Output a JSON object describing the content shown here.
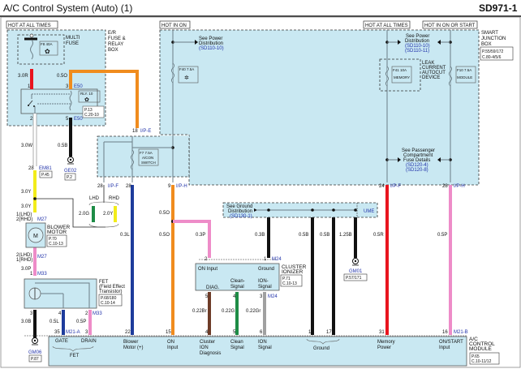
{
  "header": {
    "title": "A/C Control System (Auto) (1)",
    "code": "SD971-1"
  },
  "power_labels": {
    "hot_all_times_left": "HOT AT ALL TIMES",
    "hot_in_on": "HOT IN ON",
    "hot_all_times_right": "HOT AT ALL TIMES",
    "hot_in_on_or_start": "HOT IN ON OR START"
  },
  "er_box": {
    "name1": "E/R",
    "name2": "FUSE &",
    "name3": "RELAY",
    "name4": "BOX",
    "multi_fuse1": "MULTI",
    "multi_fuse2": "FUSE",
    "fuse": "F8 40A",
    "relay": "RLY. 10",
    "ref1": "P.13",
    "ref2": "C.20-10",
    "conn": "E50"
  },
  "smart_box": {
    "name1": "SMART",
    "name2": "JUNCTION",
    "name3": "BOX",
    "ref1": "P.55/59/172",
    "ref2": "C.80-4/5/6",
    "power_ref1": "See Power",
    "power_ref2": "Distribution",
    "power_ref3": "(SD110-10)",
    "power_ref4": "(SD110-11)",
    "fuse_f40": "F40 7.5A",
    "fuse_f41": "F41 10A",
    "fuse_f41_name": "MEMORY",
    "fuse_f10": "F10 7.5A",
    "fuse_f10_name": "MODULE",
    "leak1": "LEAK",
    "leak2": "CURRENT",
    "leak3": "AUTOCUT",
    "leak4": "DEVICE",
    "pass1": "See Passenger",
    "pass2": "Compartment",
    "pass3": "Fuse Details",
    "pass4": "(SD120-4)",
    "pass5": "(SD120-8)",
    "fuse_f7": "F7 7.5A",
    "fuse_f7_n1": "A/CON",
    "fuse_f7_n2": "SWITCH"
  },
  "ground_dist": {
    "l1": "See Ground",
    "l2": "Distribution",
    "l3": "(SD130-1)",
    "ume": "UME"
  },
  "wires": {
    "w_3_0R": "3.0R",
    "w_0_5O_top": "0.5O",
    "w_3_0W": "3.0W",
    "w_0_5B": "0.5B",
    "w_3_0Y_a": "3.0Y",
    "w_3_0Y_b": "3.0Y",
    "w_2_0G": "2.0G",
    "w_2_0Y": "2.0Y",
    "w_3_0P": "3.0P",
    "w_3_0B": "3.0B",
    "w_0_5L": "0.5L",
    "w_0_5P_fet": "0.5P",
    "w_0_3L": "0.3L",
    "w_0_5O_a": "0.5O",
    "w_0_5O_b": "0.5O",
    "w_0_3P": "0.3P",
    "w_0_3B": "0.3B",
    "w_0_5B_a": "0.5B",
    "w_0_5B_b": "0.5B",
    "w_1_25B": "1.25B",
    "w_0_5R": "0.5R",
    "w_0_5P": "0.5P",
    "w_0_22Br": "0.22Br",
    "w_0_22G": "0.22G",
    "w_0_22Gr": "0.22Gr"
  },
  "pins": {
    "p1": "1",
    "p3": "3",
    "p2": "2",
    "p5": "5",
    "p18": "18",
    "p28a": "28",
    "p28b": "28",
    "p9": "9",
    "p24": "24",
    "p28c": "28",
    "p28d": "28",
    "m27_1": "1(LHD)",
    "m27_2": "2(RHD)",
    "m27_3": "2(LHD)",
    "m27_4": "1(RHD)",
    "m33_1": "1",
    "fet3": "3",
    "fet4": "4",
    "fet2": "2",
    "c35": "35",
    "c3": "3",
    "c22": "22",
    "c15": "15",
    "c4": "4",
    "c5": "5",
    "c6": "6",
    "c1": "1",
    "c17": "17",
    "c31": "31",
    "c16": "16",
    "ci2": "2",
    "ci1": "1",
    "ci5": "5",
    "ci4": "4",
    "ci3": "3"
  },
  "connectors": {
    "E50": "E50",
    "IPE": "I/P-E",
    "IPF": "I/P-F",
    "IPH": "I/P-H",
    "EM81": "EM81",
    "M27": "M27",
    "M33": "M33",
    "M21A": "M21-A",
    "M21B": "M21-B",
    "M24": "M24",
    "IPF2": "I/P-F",
    "IPH2": "I/P-H"
  },
  "grounds": {
    "GE02": "GE02",
    "GE02_ref": "P.2",
    "GM06": "GM06",
    "GM06_ref": "P.87",
    "GM01": "GM01",
    "GM01_ref": "P.57/171"
  },
  "em81_ref": "P.45",
  "lhd": "LHD",
  "rhd": "RHD",
  "blower": {
    "name1": "BLOWER",
    "name2": "MOTOR",
    "ref1": "P.70",
    "ref2": "C.10-13",
    "symbol": "M"
  },
  "fet": {
    "name1": "FET",
    "name2": "(Field Effect",
    "name3": "Transistor)",
    "ref1": "P.68/180",
    "ref2": "C.10-14"
  },
  "ionizer": {
    "name1": "CLUSTER",
    "name2": "IONIZER",
    "ref1": "P.71",
    "ref2": "C.10-13",
    "on_input": "ON Input",
    "ground": "Ground",
    "diag": "DIAG.",
    "clean1": "Clean-",
    "clean2": "Signal",
    "ion1": "ION-",
    "ion2": "Signal"
  },
  "module": {
    "name1": "A/C",
    "name2": "CONTROL",
    "name3": "MODULE",
    "ref1": "P.65",
    "ref2": "C.10-11/12",
    "gate": "GATE",
    "drain": "DRAIN",
    "fet": "FET",
    "blower1": "Blower",
    "blower2": "Motor (+)",
    "on1": "ON",
    "on2": "Input",
    "cl1": "Cluster",
    "cl2": "ION",
    "cl3": "Diagnosis",
    "cs1": "Clean",
    "cs2": "Signal",
    "is1": "ION",
    "is2": "Signal",
    "ground": "Ground",
    "mem1": "Memory",
    "mem2": "Power",
    "ons1": "ON/START",
    "ons2": "Input"
  },
  "colors": {
    "red": "#e8141e",
    "orange": "#f08c1e",
    "yellow": "#f2ec1a",
    "pink": "#ee8cc8",
    "blue": "#1e3c9c",
    "black": "#111111",
    "green": "#1e8c46",
    "brown": "#6e3c28",
    "gray": "#a0a0a0",
    "box": "#c9e8f2"
  }
}
